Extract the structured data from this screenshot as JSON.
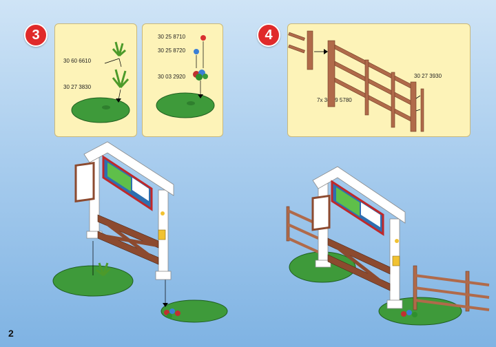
{
  "steps": [
    {
      "number": "3"
    },
    {
      "number": "4"
    }
  ],
  "panel_a": {
    "labels": [
      "30 60 6610",
      "30 27 3830"
    ]
  },
  "panel_b": {
    "labels": [
      "30 25 8710",
      "30 25 8720",
      "30 03 2920"
    ]
  },
  "panel_c": {
    "labels": [
      "30 27 3930",
      "7x 30 09 5780"
    ]
  },
  "page_number": "2",
  "colors": {
    "panel_bg": "#fdf3b8",
    "badge": "#e02a2a",
    "grass": "#3e9a3a",
    "fence": "#b06a4a",
    "arch": "#ffffff"
  }
}
